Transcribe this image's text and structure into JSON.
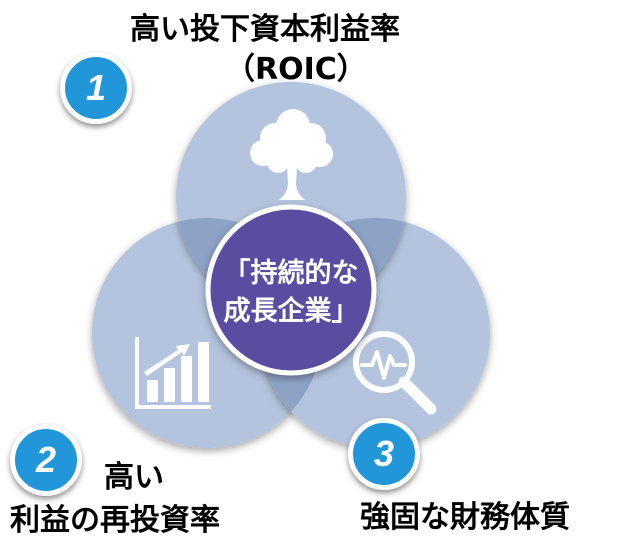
{
  "top_label": {
    "line1": "高い投下資本利益率",
    "line2": "（ROIC）"
  },
  "left_label": {
    "line1": "高い",
    "line2": "利益の再投資率"
  },
  "right_label": {
    "line1": "強固な財務体質"
  },
  "center": {
    "line1": "「持続的な",
    "line2": "成長企業」"
  },
  "badges": [
    "1",
    "2",
    "3"
  ],
  "icons": [
    "tree-icon",
    "bar-chart-icon",
    "magnifier-pulse-icon"
  ],
  "colors": {
    "circle": "#b4c4de",
    "overlap": "#8ea2c6",
    "center": "#5a4ea1",
    "badge": "#2196d8"
  }
}
